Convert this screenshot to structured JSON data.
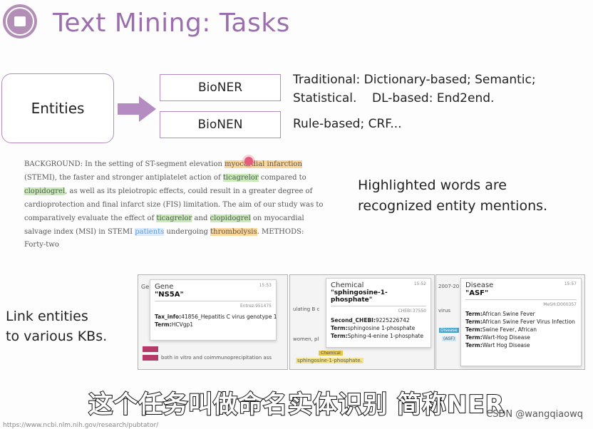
{
  "slide": {
    "title": "Text Mining: Tasks",
    "entities_label": "Entities",
    "tasks": [
      {
        "label": "BioNER"
      },
      {
        "label": "BioNEN"
      }
    ],
    "methods": {
      "ner_line1": "Traditional: Dictionary-based; Semantic;",
      "ner_line2": "Statistical.    DL-based: End2end.",
      "nen_line": "Rule-based; CRF..."
    },
    "abstract": {
      "p1": "BACKGROUND: In the setting of ST-segment elevation ",
      "e1": "myocardial infarction",
      "p2": " (STEMI), the faster and stronger antiplatelet action of ",
      "e2": "ticagrelor",
      "p3": " compared to ",
      "e3": "clopidogrel",
      "p4": ", as well as its pleiotropic effects, could result in a greater degree of cardioprotection and final infarct size (FIS) limitation. The aim of our study was to comparatively evaluate the effect of ",
      "e4": "ticagrelor",
      "p5": " and ",
      "e5": "clopidogrel",
      "p6": " on myocardial salvage index (MSI) in STEMI ",
      "e6": "patients",
      "p7": " undergoing ",
      "e7": "thrombolysis",
      "p8": ". METHODS: Forty-two"
    },
    "highlight_note_line1": "Highlighted words are",
    "highlight_note_line2": "recognized entity mentions.",
    "link_note_line1": "Link entities",
    "link_note_line2": "to various KBs."
  },
  "panels": [
    {
      "type": "Gene",
      "name": "\"NS5A\"",
      "id": "Entrez:951475",
      "lines": [
        {
          "k": "Tax_info:",
          "v": "41856_Hepatitis C virus genotype 1"
        },
        {
          "k": "Term:",
          "v": "HCVgp1"
        }
      ],
      "bg_text": "both in vitro and coimmunoprecipitation ass",
      "corner": "15:53"
    },
    {
      "type": "Chemical",
      "name": "\"sphingosine-1-phosphate\"",
      "id": "CHEBI:37550",
      "lines": [
        {
          "k": "Second_CHEBI:",
          "v": "9225226742"
        },
        {
          "k": "Term:",
          "v": "sphingosine 1-phosphate"
        },
        {
          "k": "Term:",
          "v": "Sphing-4-enine 1-phosphate"
        }
      ],
      "bg_text_1": "ulating B c",
      "bg_text_2": "women, pl",
      "chip": "Chemical",
      "bg_text_3": "sphingosine-1-phosphate.",
      "corner": "15:52"
    },
    {
      "type": "Disease",
      "name": "\"ASF\"",
      "id": "MeSH:D000357",
      "lines": [
        {
          "k": "Term:",
          "v": "African Swine Fever"
        },
        {
          "k": "Term:",
          "v": "African Swine Fever Virus Infection"
        },
        {
          "k": "Term:",
          "v": "Swine Fever, African"
        },
        {
          "k": "Term:",
          "v": "Wart-Hog Disease"
        },
        {
          "k": "Term:",
          "v": "Wart Hog Disease"
        }
      ],
      "bg_text_1": "2007-20",
      "bg_text_2": "virus",
      "chip_1": "Disease",
      "chip_2": "(ASF)",
      "corner": "15:57"
    }
  ],
  "subtitle": "这个任务叫做命名实体识别 简称NER",
  "watermark": "CSDN @wangqiaowq",
  "url": "https://www.ncbi.nlm.nih.gov/research/pubtator/",
  "colors": {
    "accent_purple": "#9b6fae",
    "highlight_orange": "#fcd79a",
    "highlight_green": "#c8ecb8",
    "highlight_blue": "#dcebff"
  }
}
